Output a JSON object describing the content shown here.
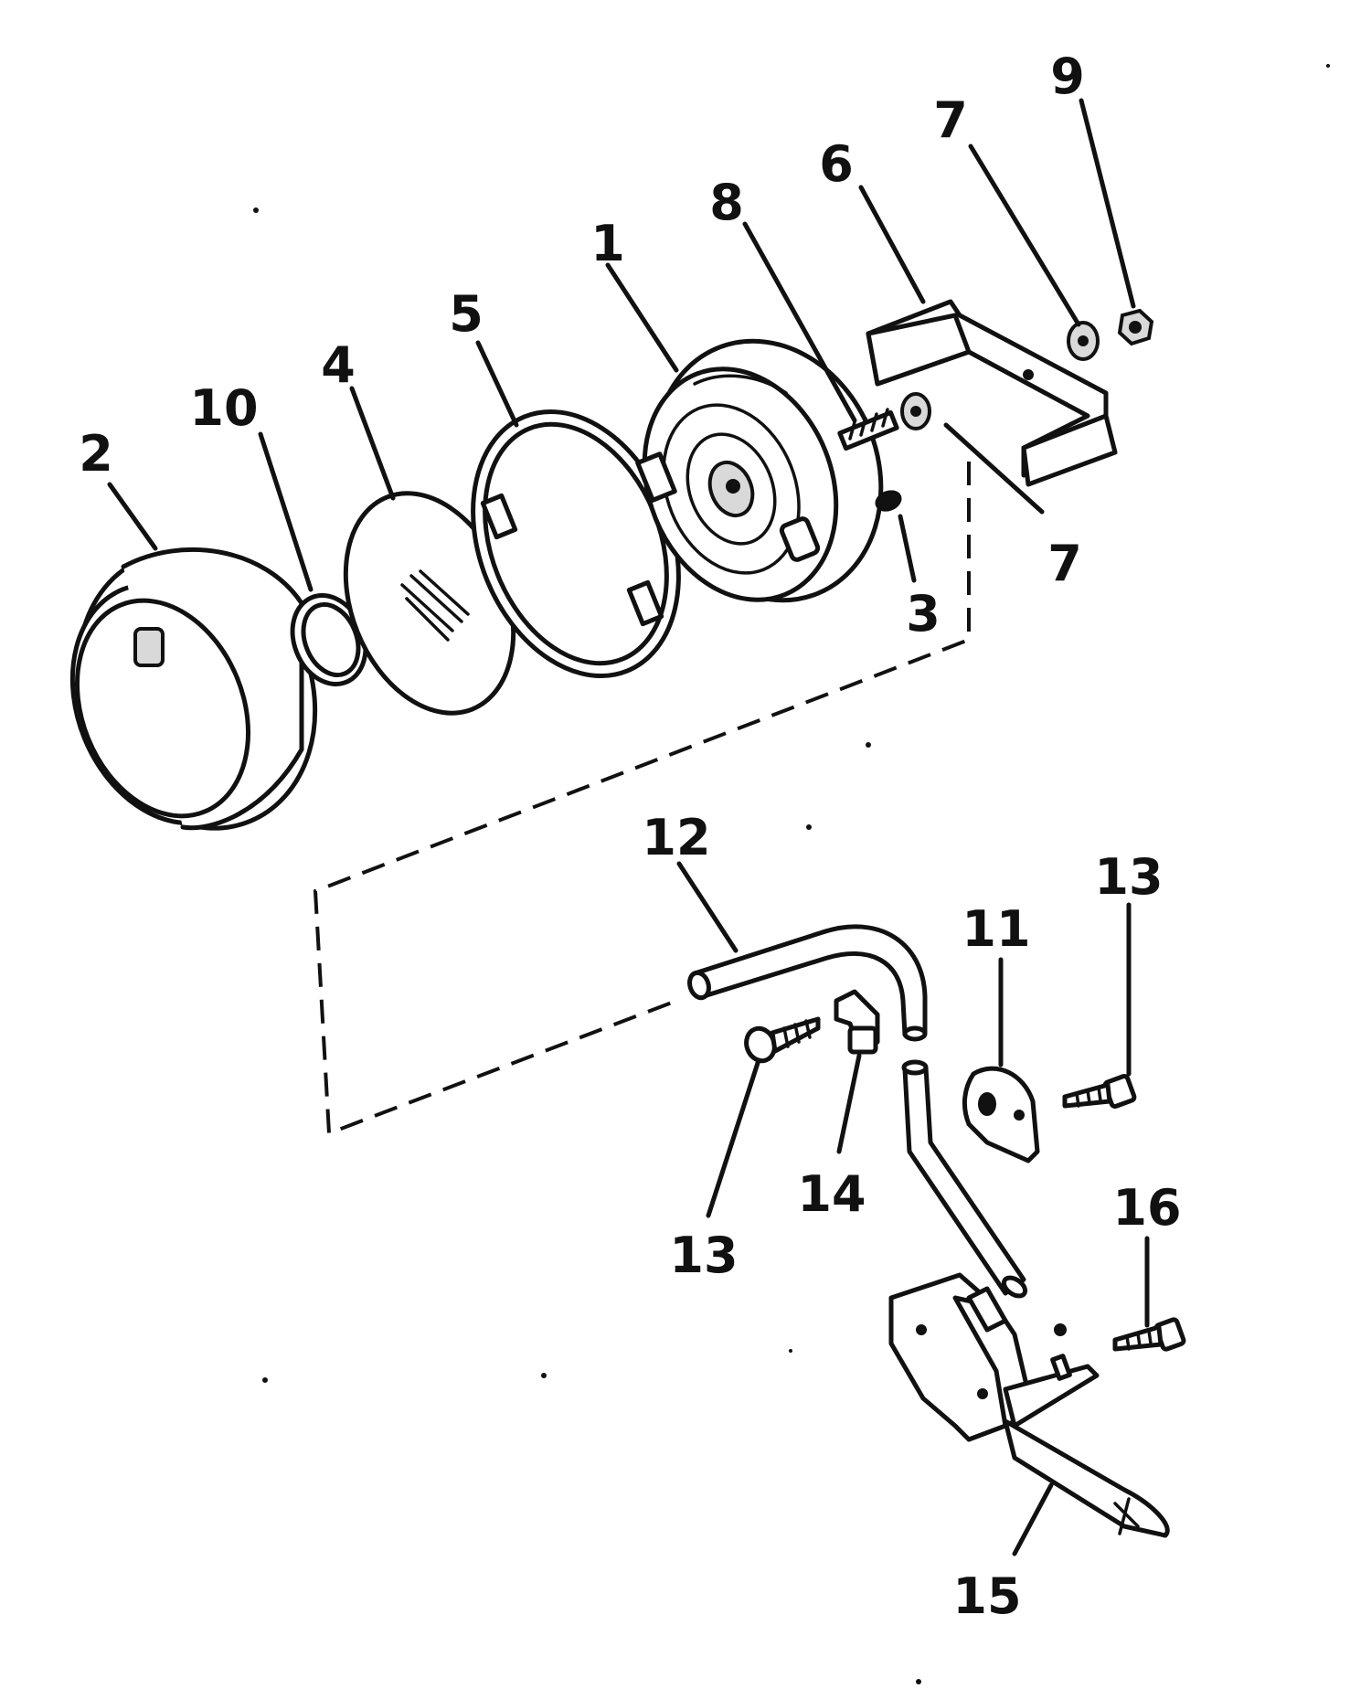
{
  "callouts": {
    "c1": "1",
    "c2": "2",
    "c3": "3",
    "c4": "4",
    "c5": "5",
    "c6": "6",
    "c7a": "7",
    "c7b": "7",
    "c8": "8",
    "c9": "9",
    "c10": "10",
    "c11": "11",
    "c12": "12",
    "c13a": "13",
    "c13b": "13",
    "c14": "14",
    "c15": "15",
    "c16": "16"
  }
}
